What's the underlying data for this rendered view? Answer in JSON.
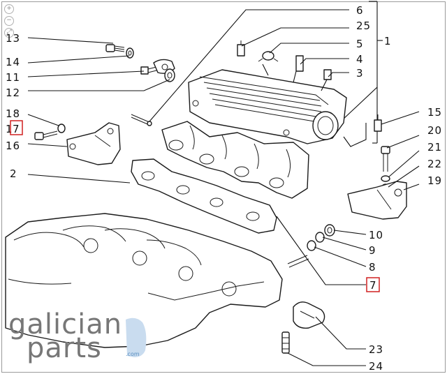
{
  "toolbar": {
    "zoom_in_glyph": "+",
    "zoom_out_glyph": "−",
    "fit_glyph": "⤢",
    "icons": [
      "zoom-in-icon",
      "zoom-out-icon",
      "fit-icon"
    ]
  },
  "callouts": {
    "c1": "1",
    "c2": "2",
    "c3": "3",
    "c4": "4",
    "c5": "5",
    "c6": "6",
    "c7_left": "7",
    "c7_right": "7",
    "c8": "8",
    "c9": "9",
    "c10": "10",
    "c11": "11",
    "c12": "12",
    "c13": "13",
    "c14": "14",
    "c15": "15",
    "c16": "16",
    "c17_prefix": "1",
    "c18": "18",
    "c19": "19",
    "c20": "20",
    "c21": "21",
    "c22": "22",
    "c23": "23",
    "c24": "24",
    "c25": "25"
  },
  "highlight_color": "#d02020",
  "watermark": {
    "line1": "galician",
    "line2": "parts",
    "domain": ".com"
  }
}
